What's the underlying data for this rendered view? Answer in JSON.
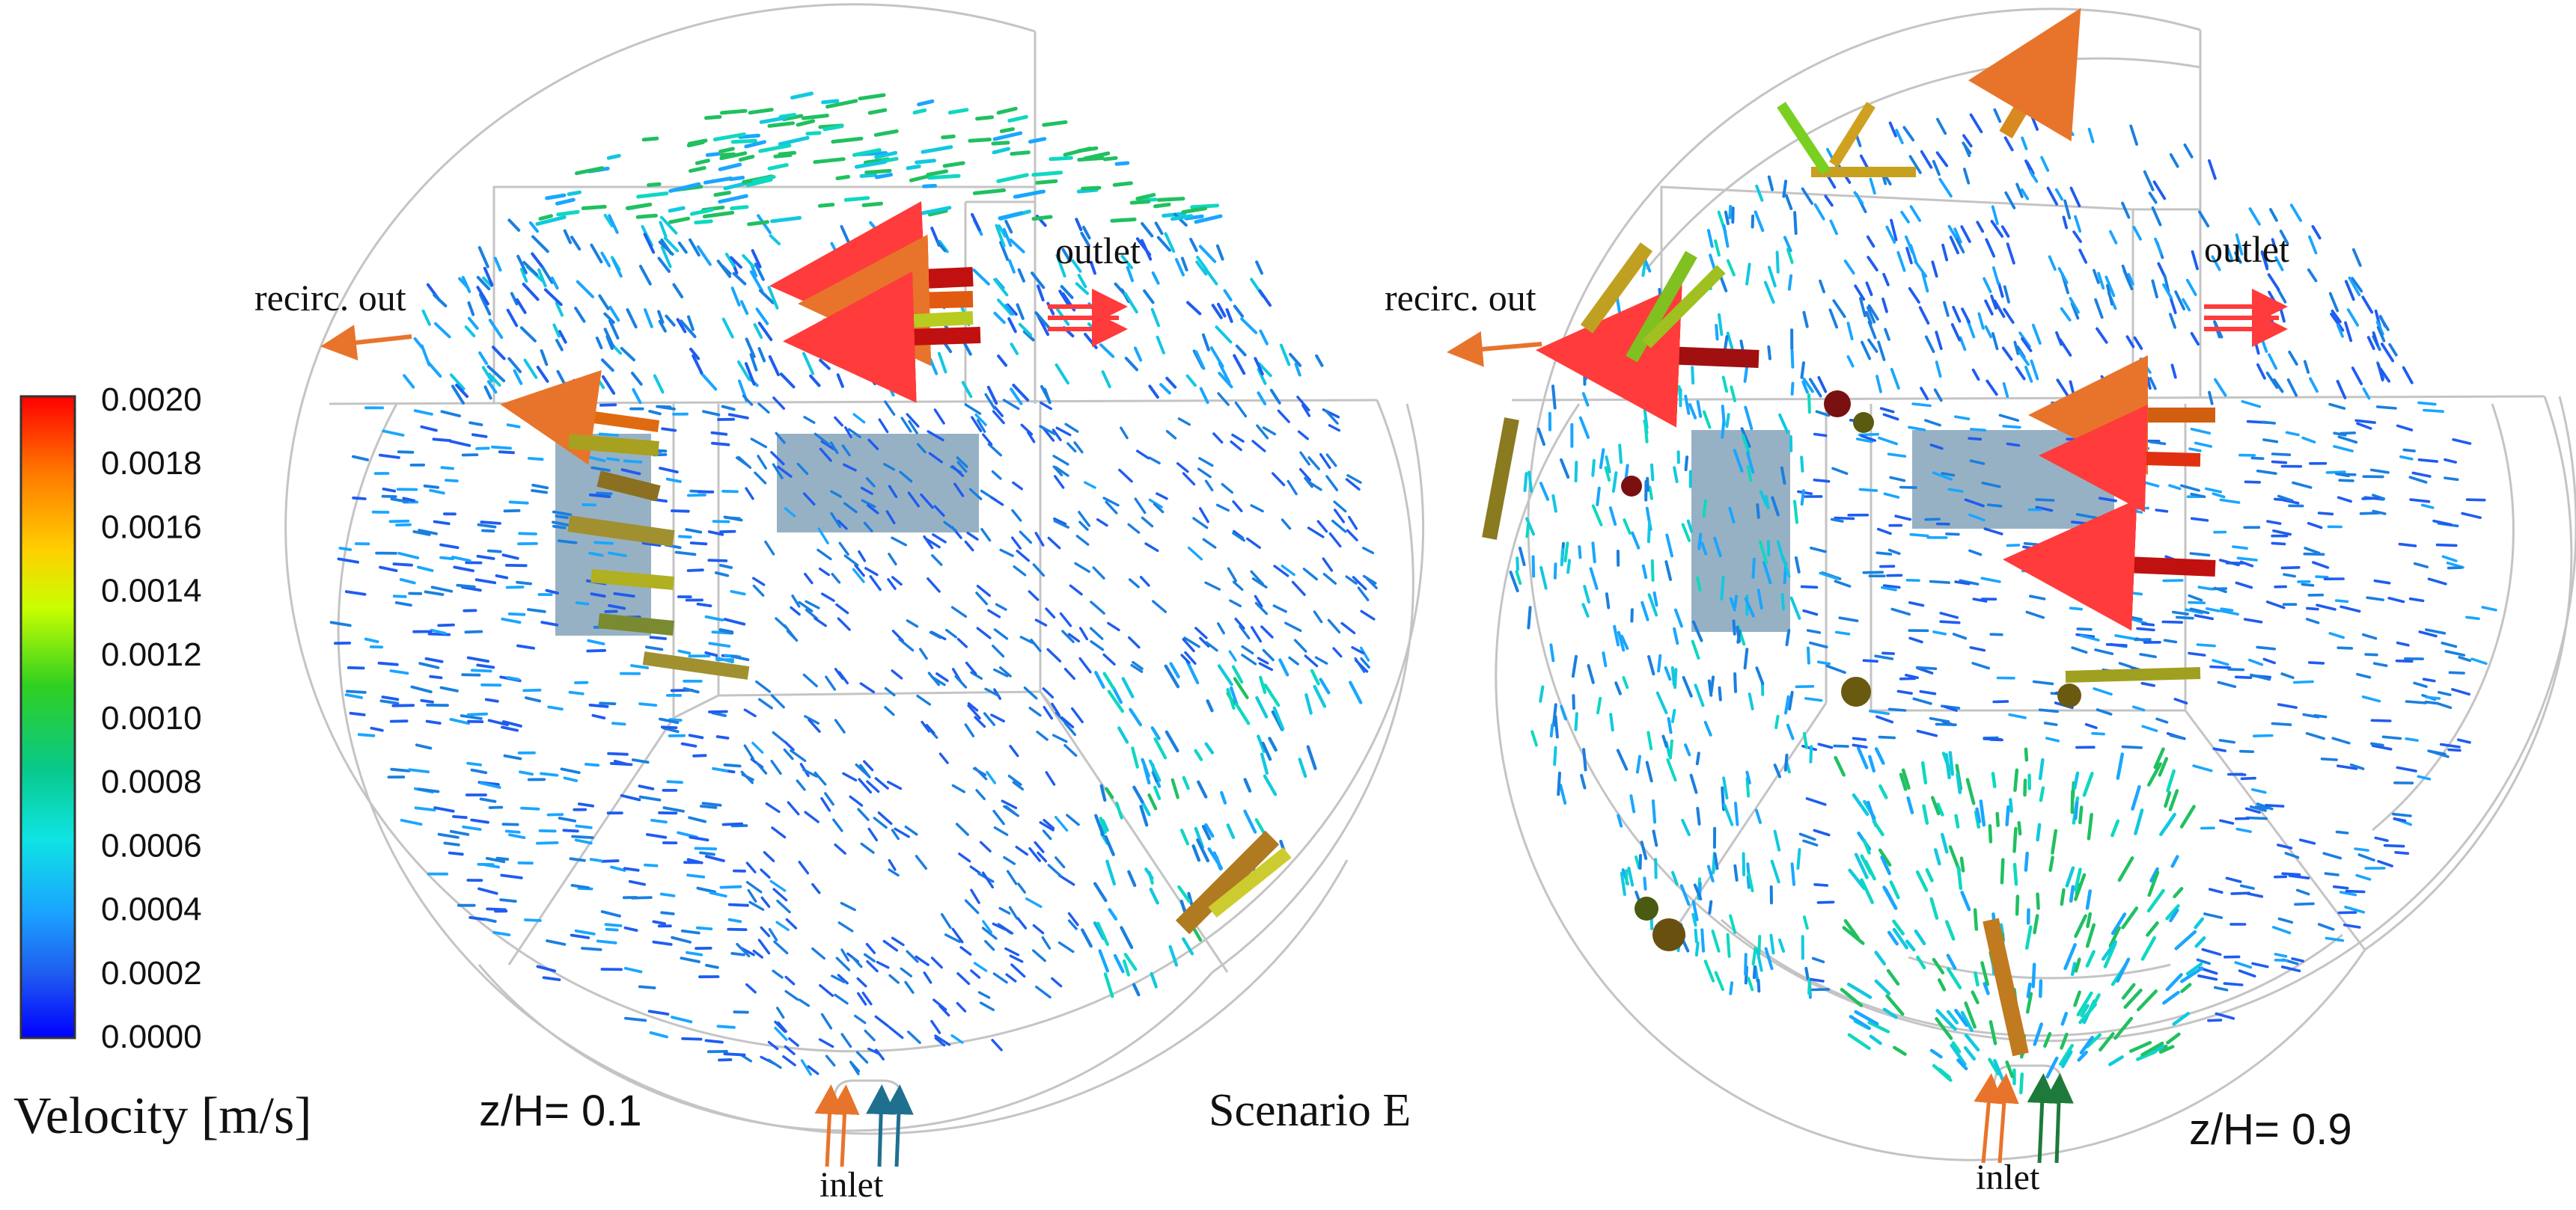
{
  "labels": {
    "velocity": "Velocity [m/s]",
    "zh_left": "z/H= 0.1",
    "zh_right": "z/H= 0.9",
    "scenario": "Scenario E",
    "outlet": "outlet",
    "recirc_out": "recirc. out",
    "inlet": "inlet"
  },
  "colorbar": {
    "ticks": [
      "0.0020",
      "0.0018",
      "0.0016",
      "0.0014",
      "0.0012",
      "0.0010",
      "0.0008",
      "0.0006",
      "0.0004",
      "0.0002",
      "0.0000"
    ],
    "range": [
      0.0,
      0.002
    ],
    "colors": [
      "#ff0000",
      "#ff7a00",
      "#ffd000",
      "#c8ff00",
      "#4cd60a",
      "#08c97a",
      "#0fe4e4",
      "#1aa6ff",
      "#1f5cf0",
      "#0000ff"
    ]
  },
  "colors": {
    "geometry": "#c4c4c4",
    "block": "#6f93ad",
    "orange_arrow": "#e8742c",
    "red_arrow": "#ff3b3b",
    "teal_arrow": "#1f6f8f",
    "green_arrow": "#1e7a3a"
  }
}
